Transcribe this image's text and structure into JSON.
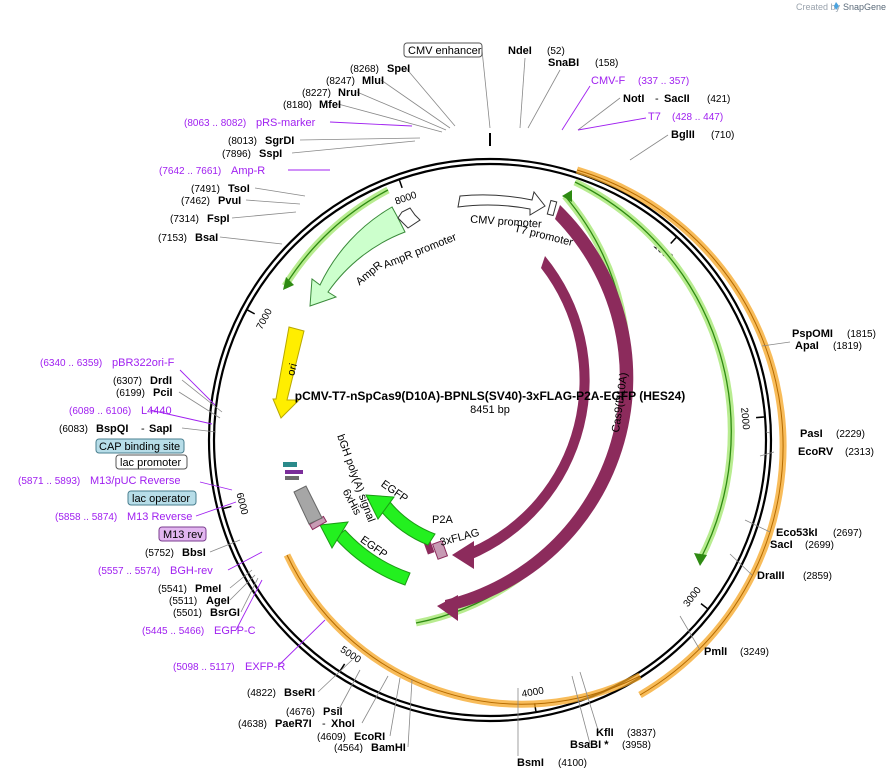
{
  "watermark": {
    "created_by": "Created by",
    "brand": "SnapGene"
  },
  "plasmid": {
    "name": "pCMV-T7-nSpCas9(D10A)-BPNLS(SV40)-3xFLAG-P2A-EGFP (HES24)",
    "length_label": "8451 bp",
    "length_bp": 8451
  },
  "ticks": [
    "1000",
    "2000",
    "3000",
    "4000",
    "5000",
    "6000",
    "7000",
    "8000"
  ],
  "features": [
    {
      "label": "Cas9(D10A)",
      "color": "#8c2b5c"
    },
    {
      "label": "Cas9",
      "color": "#8c2b5c"
    },
    {
      "label": "3xFLAG",
      "color": "#8c2b5c"
    },
    {
      "label": "P2A",
      "color": "#c79bb4"
    },
    {
      "label": "EGFP",
      "color": "#23d71f"
    },
    {
      "label": "EGFP",
      "color": "#23d71f"
    },
    {
      "label": "6xHis",
      "color": "#c79bb4"
    },
    {
      "label": "bGH poly(A) signal",
      "color": "#a6a6a6"
    },
    {
      "label": "ori",
      "color": "#ffee00"
    },
    {
      "label": "AmpR",
      "color": "#ccffcc"
    },
    {
      "label": "AmpR promoter",
      "color": "#ffffff"
    },
    {
      "label": "CMV promoter",
      "color": "#ffffff"
    },
    {
      "label": "T7 promoter",
      "color": "#ffffff"
    }
  ],
  "sites_right": [
    {
      "name": "NdeI",
      "pos": "(52)"
    },
    {
      "name": "SnaBI",
      "pos": "(158)"
    },
    {
      "name": "NotI",
      "name2": "SacII",
      "pos": "(421)"
    },
    {
      "name": "BglII",
      "pos": "(710)"
    },
    {
      "name": "PspOMI",
      "pos": "(1815)"
    },
    {
      "name": "ApaI",
      "pos": "(1819)"
    },
    {
      "name": "PasI",
      "pos": "(2229)"
    },
    {
      "name": "EcoRV",
      "pos": "(2313)"
    },
    {
      "name": "Eco53kI",
      "pos": "(2697)"
    },
    {
      "name": "SacI",
      "pos": "(2699)"
    },
    {
      "name": "DraIII",
      "pos": "(2859)"
    },
    {
      "name": "PmlI",
      "pos": "(3249)"
    },
    {
      "name": "KflI",
      "pos": "(3837)"
    },
    {
      "name": "BsaBI *",
      "pos": "(3958)"
    },
    {
      "name": "BsmI",
      "pos": "(4100)"
    }
  ],
  "sites_left": [
    {
      "name": "SpeI",
      "pos": "(8268)"
    },
    {
      "name": "MluI",
      "pos": "(8247)"
    },
    {
      "name": "NruI",
      "pos": "(8227)"
    },
    {
      "name": "MfeI",
      "pos": "(8180)"
    },
    {
      "name": "SgrDI",
      "pos": "(8013)"
    },
    {
      "name": "SspI",
      "pos": "(7896)"
    },
    {
      "name": "TsoI",
      "pos": "(7491)"
    },
    {
      "name": "PvuI",
      "pos": "(7462)"
    },
    {
      "name": "FspI",
      "pos": "(7314)"
    },
    {
      "name": "BsaI",
      "pos": "(7153)"
    },
    {
      "name": "DrdI",
      "pos": "(6307)"
    },
    {
      "name": "PciI",
      "pos": "(6199)"
    },
    {
      "name": "BspQI",
      "name2": "SapI",
      "pos": "(6083)"
    },
    {
      "name": "BbsI",
      "pos": "(5752)"
    },
    {
      "name": "PmeI",
      "pos": "(5541)"
    },
    {
      "name": "AgeI",
      "pos": "(5511)"
    },
    {
      "name": "BsrGI",
      "pos": "(5501)"
    },
    {
      "name": "BseRI",
      "pos": "(4822)"
    },
    {
      "name": "PsiI",
      "pos": "(4676)"
    },
    {
      "name": "PaeR7I",
      "name2": "XhoI",
      "pos": "(4638)"
    },
    {
      "name": "EcoRI",
      "pos": "(4609)"
    },
    {
      "name": "BamHI",
      "pos": "(4564)"
    }
  ],
  "primers": [
    {
      "name": "CMV-F",
      "range": "(337 .. 357)"
    },
    {
      "name": "T7",
      "range": "(428 .. 447)"
    },
    {
      "name": "pRS-marker",
      "range": "(8063 .. 8082)"
    },
    {
      "name": "Amp-R",
      "range": "(7642 .. 7661)"
    },
    {
      "name": "pBR322ori-F",
      "range": "(6340 .. 6359)"
    },
    {
      "name": "L4440",
      "range": "(6089 .. 6106)"
    },
    {
      "name": "M13/pUC Reverse",
      "range": "(5871 .. 5893)"
    },
    {
      "name": "M13 Reverse",
      "range": "(5858 .. 5874)"
    },
    {
      "name": "BGH-rev",
      "range": "(5557 .. 5574)"
    },
    {
      "name": "EGFP-C",
      "range": "(5445 .. 5466)"
    },
    {
      "name": "EXFP-R",
      "range": "(5098 .. 5117)"
    }
  ],
  "boxed_features": [
    {
      "label": "CMV enhancer",
      "style": "white"
    },
    {
      "label": "CAP binding site",
      "style": "blue"
    },
    {
      "label": "lac promoter",
      "style": "white"
    },
    {
      "label": "lac operator",
      "style": "blue"
    },
    {
      "label": "M13 rev",
      "style": "purple"
    }
  ],
  "colors": {
    "backbone": "#000000",
    "primer": "#a020f0",
    "orange_track": "#f5a623",
    "green_track": "#2e9e1a"
  }
}
